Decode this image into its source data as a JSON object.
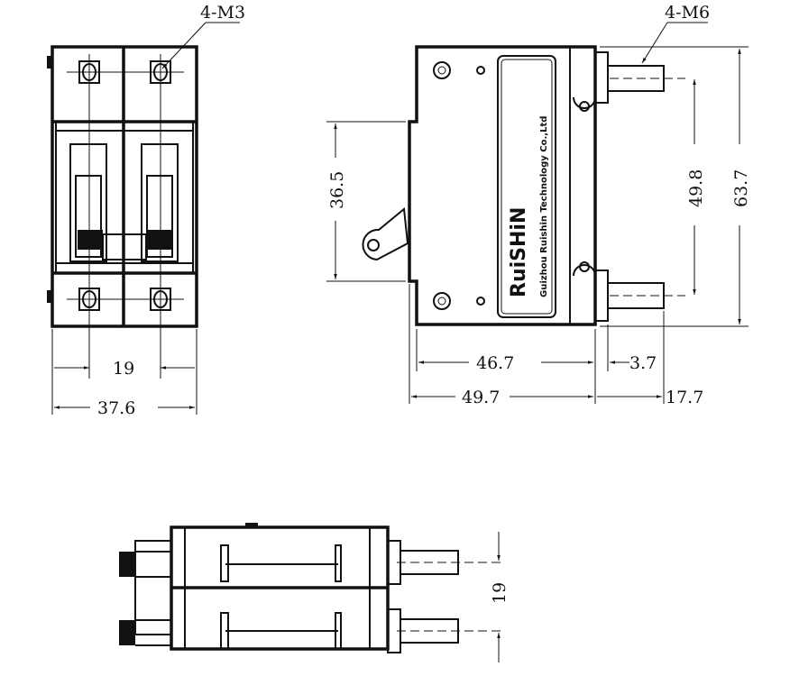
{
  "front_view": {
    "callout": "4-M3",
    "dim_pole_pitch": "19",
    "dim_width": "37.6"
  },
  "side_view": {
    "callout": "4-M6",
    "dim_handle_height": "36.5",
    "dim_terminal_pitch": "49.8",
    "dim_height": "63.7",
    "dim_body_depth": "46.7",
    "dim_terminal_base": "3.7",
    "dim_overall_depth": "49.7",
    "dim_stud_length": "17.7",
    "label": {
      "brand": "RuiSHiN",
      "company": "Guizhou Ruishin Technology Co.,Ltd"
    }
  },
  "bottom_view": {
    "dim_pole_pitch": "19"
  },
  "colors": {
    "line": "#111111",
    "background": "#ffffff"
  }
}
